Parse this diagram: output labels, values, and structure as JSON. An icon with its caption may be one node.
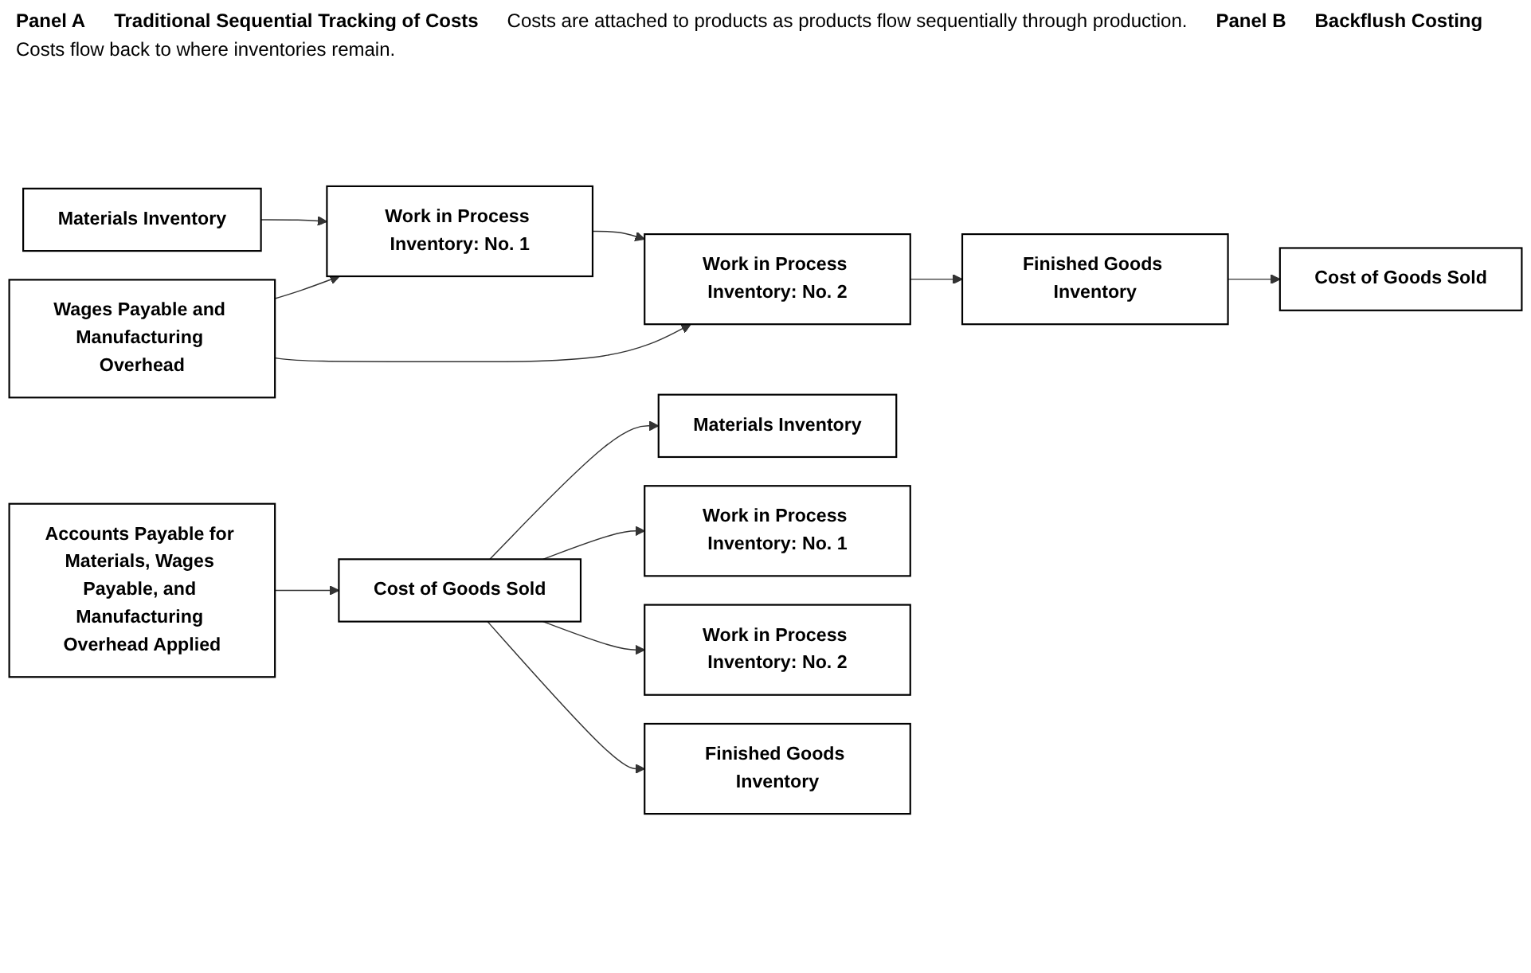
{
  "diagram": {
    "nodes": [
      {
        "text": [
          "Materials Inventory"
        ]
      },
      {
        "text": [
          "Wages Payable and Manufacturing Overhead"
        ]
      },
      {
        "text": [
          "Work in Process Inventory: No. 1"
        ]
      },
      {
        "text": [
          "Work in Process Inventory: No. 2"
        ]
      },
      {
        "text": [
          "Finished Goods Inventory"
        ]
      },
      {
        "text": [
          "Cost of Goods Sold"
        ]
      },
      {
        "text": [
          "Accounts Payable for Materials, Wages Payable, and Manufacturing Overhead Applied"
        ]
      },
      {
        "text": [
          "Cost of Goods Sold"
        ]
      },
      {
        "text": [
          "Materials Inventory"
        ]
      },
      {
        "text": [
          "Work in Process Inventory: No. 1"
        ]
      },
      {
        "text": [
          "Work in Process Inventory: No. 2"
        ]
      },
      {
        "text": [
          "Finished Goods Inventory"
        ]
      }
    ],
    "edges": [
      {
        "from": 0,
        "to": 2,
        "arrow": "to"
      },
      {
        "from": 1,
        "to": 2,
        "arrow": "to"
      },
      {
        "from": 2,
        "to": 3,
        "arrow": "to"
      },
      {
        "from": 1,
        "to": 3,
        "arrow": "to"
      },
      {
        "from": 3,
        "to": 4,
        "arrow": "to"
      },
      {
        "from": 4,
        "to": 5,
        "arrow": "to"
      },
      {
        "from": 6,
        "to": 7,
        "arrow": "to"
      },
      {
        "from": 7,
        "to": 11,
        "arrow": "to"
      },
      {
        "from": 7,
        "to": 10,
        "arrow": "to"
      },
      {
        "from": 7,
        "to": 9,
        "arrow": "to"
      },
      {
        "from": 7,
        "to": 8,
        "arrow": "to"
      }
    ],
    "labels": [
      "Panel A",
      "Traditional Sequential Tracking of Costs",
      "Costs are attached to products as products flow sequentially through production.",
      "Panel B",
      "Backflush Costing",
      "Costs flow back to where inventories remain."
    ]
  }
}
